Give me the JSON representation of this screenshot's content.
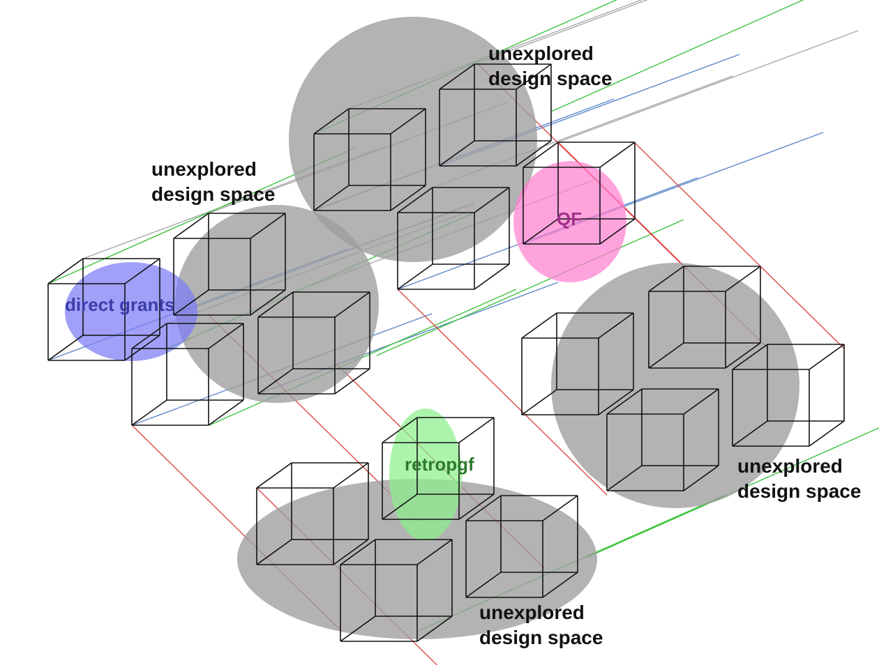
{
  "colors": {
    "background": "#ffffff",
    "blob_gray": "#9e9e9e",
    "direct_grants": "#7b7cf6",
    "qf": "#ff7fd0",
    "retropgf": "#8cf08c",
    "cube_edge": "#111111",
    "link_gray": "#a8a8a8",
    "link_blue": "#5b87c8",
    "link_green": "#3cc33c",
    "link_red": "#e04848"
  },
  "regions": [
    {
      "id": "top",
      "line1": "unexplored",
      "line2": "design space"
    },
    {
      "id": "left",
      "line1": "unexplored",
      "line2": "design space"
    },
    {
      "id": "right",
      "line1": "unexplored",
      "line2": "design space"
    },
    {
      "id": "bottom",
      "line1": "unexplored",
      "line2": "design space"
    }
  ],
  "mechanisms": [
    {
      "id": "direct-grants",
      "label": "direct grants",
      "color": "#3b3ea8"
    },
    {
      "id": "qf",
      "label": "QF",
      "color": "#a0308a"
    },
    {
      "id": "retropgf",
      "label": "retropgf",
      "color": "#2e7a2e"
    }
  ]
}
